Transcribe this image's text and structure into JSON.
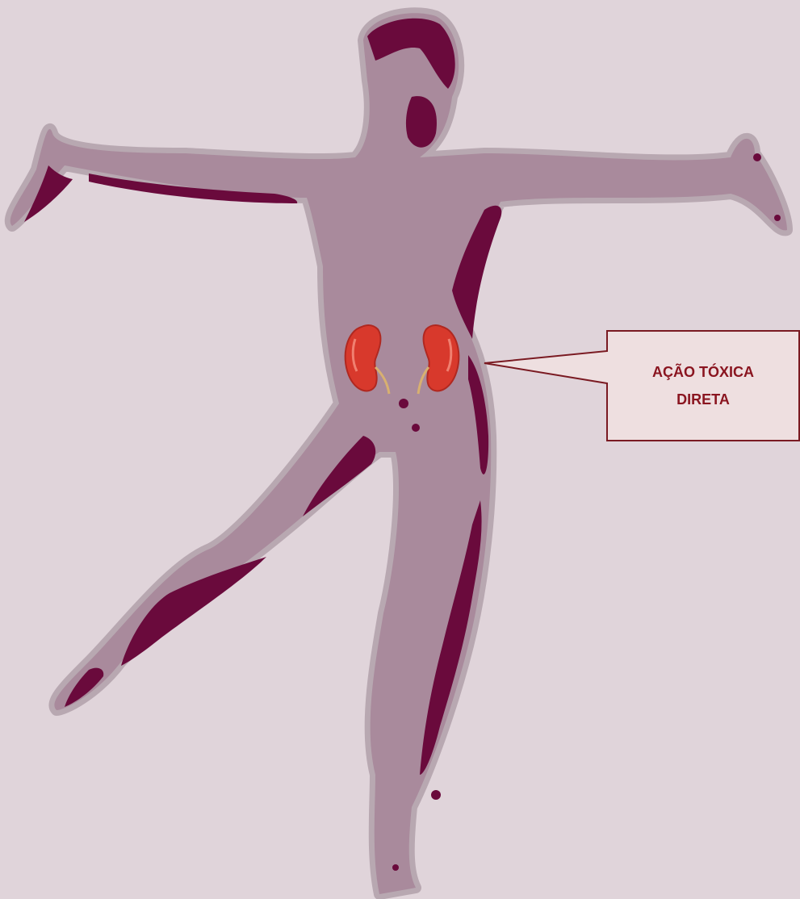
{
  "colors": {
    "background": "#e0d4da",
    "body_fill": "#a98a9c",
    "body_edge": "#b8a8b1",
    "body_shadow": "#6a0a3c",
    "kidney": "#d8392c",
    "callout_fill": "#eedfe0",
    "callout_border": "#7a1a22",
    "callout_text": "#8a1520"
  },
  "figure": {
    "subject": "human-body-silhouette",
    "organ": "kidneys"
  },
  "callout": {
    "line1": "AÇÃO TÓXICA",
    "line2": "DIRETA"
  }
}
